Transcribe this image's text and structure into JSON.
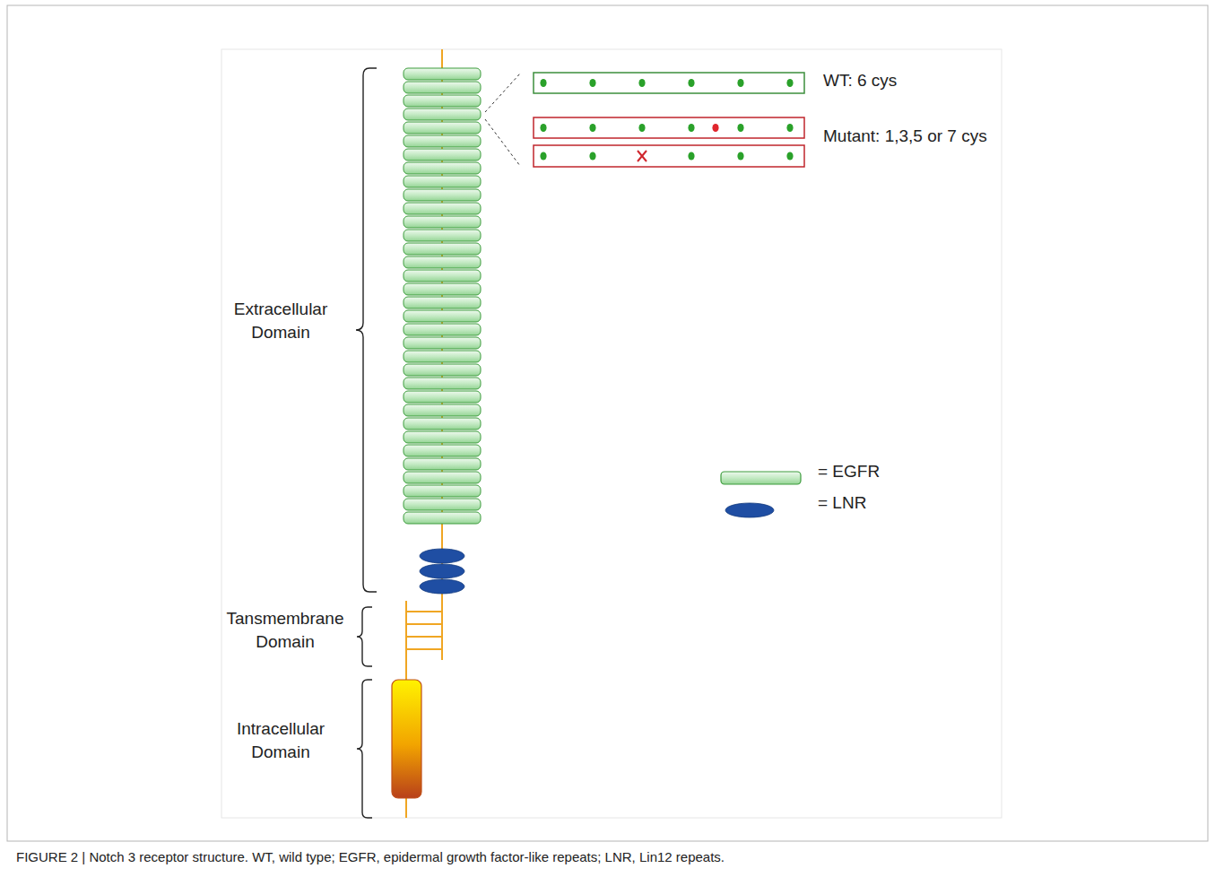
{
  "diagram": {
    "caption": "FIGURE 2 | Notch 3 receptor structure. WT, wild type; EGFR, epidermal growth factor-like repeats; LNR, Lin12 repeats.",
    "labels": [
      "WT: 6 cys",
      "Mutant: 1,3,5 or 7 cys",
      "Extracellular Domain",
      "Tansmembrane Domain",
      "Intracellular Domain"
    ],
    "legend": [
      {
        "text": "= EGFR"
      },
      {
        "text": "= LNR",
        "color": "#1f4ea3"
      }
    ]
  }
}
